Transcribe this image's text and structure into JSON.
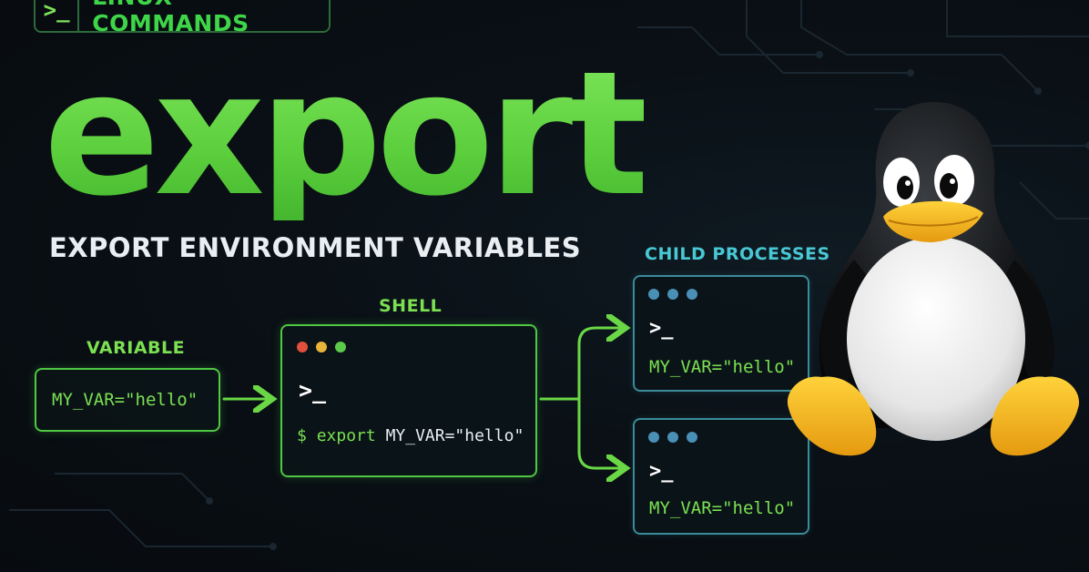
{
  "badge": {
    "prompt": ">_",
    "label": "LINUX COMMANDS"
  },
  "hero": {
    "title": "export"
  },
  "subtitle": "EXPORT ENVIRONMENT VARIABLES",
  "variable": {
    "label": "VARIABLE",
    "value": "MY_VAR=\"hello\""
  },
  "shell": {
    "label": "SHELL",
    "dots": [
      "#e0503d",
      "#e8b43a",
      "#5cc94a"
    ],
    "prompt": ">_",
    "dollar": "$",
    "keyword": "export",
    "assignment": "MY_VAR=\"hello\""
  },
  "children": {
    "label": "CHILD PROCESSES",
    "dot_color": "#4a8fb6",
    "items": [
      {
        "prompt": ">_",
        "value": "MY_VAR=\"hello\""
      },
      {
        "prompt": ">_",
        "value": "MY_VAR=\"hello\""
      }
    ]
  },
  "colors": {
    "accent_green": "#6ad846",
    "accent_teal": "#48c8d4",
    "background": "#0a1016"
  },
  "icons": {
    "mascot": "tux-penguin-icon",
    "terminal": "terminal-prompt-icon"
  }
}
